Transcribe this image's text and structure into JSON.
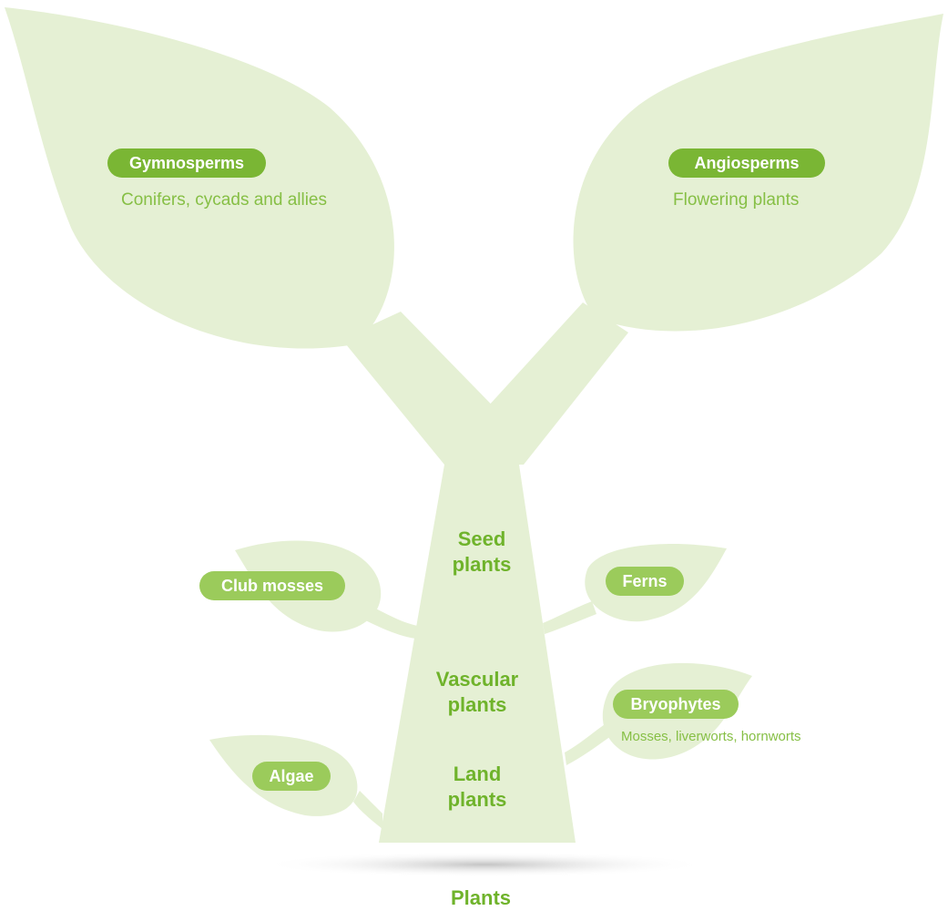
{
  "colors": {
    "leaf_fill": "#e5f0d4",
    "pill_dark": "#7ab634",
    "pill_light": "#9bcb5b",
    "text_green": "#6fb32b",
    "sub_text": "#86bf45"
  },
  "leaves": {
    "gymnosperms": {
      "title": "Gymnosperms",
      "description": "Conifers, cycads and allies"
    },
    "angiosperms": {
      "title": "Angiosperms",
      "description": "Flowering plants"
    },
    "club_mosses": {
      "title": "Club mosses"
    },
    "ferns": {
      "title": "Ferns"
    },
    "bryophytes": {
      "title": "Bryophytes",
      "description": "Mosses, liverworts, hornworts"
    },
    "algae": {
      "title": "Algae"
    }
  },
  "stem": {
    "seed_plants": {
      "line1": "Seed",
      "line2": "plants"
    },
    "vascular_plants": {
      "line1": "Vascular",
      "line2": "plants"
    },
    "land_plants": {
      "line1": "Land",
      "line2": "plants"
    }
  },
  "root": {
    "label": "Plants"
  }
}
